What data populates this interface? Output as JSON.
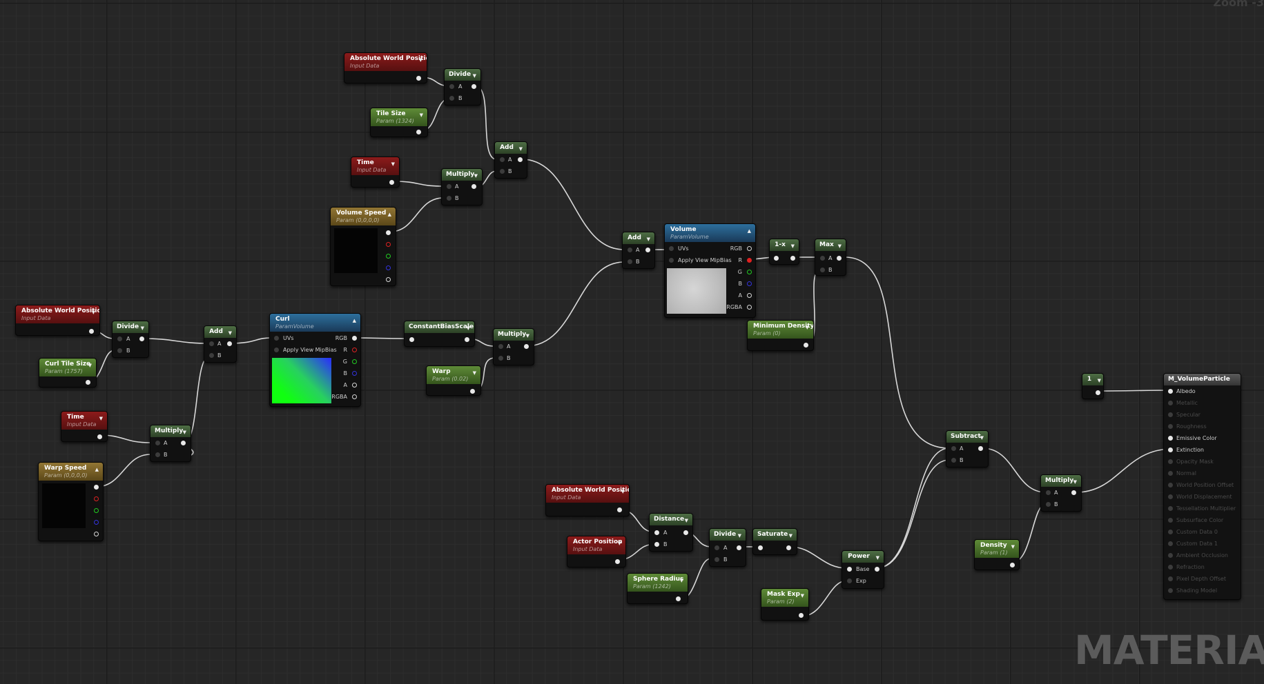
{
  "editor": {
    "zoom_label": "Zoom -3",
    "watermark": "MATERIAL"
  },
  "colors": {
    "wire": "#d9d9d9",
    "input_node": "#8c1b1b",
    "param_node": "#5f8b38",
    "math_node": "#4e6e45",
    "vector_param_node": "#927634",
    "texture_node": "#2d6f9d"
  },
  "nodes": {
    "awp_top": {
      "title": "Absolute World Position",
      "subtitle": "Input Data"
    },
    "divide_top": {
      "title": "Divide",
      "pin_a": "A",
      "pin_b": "B"
    },
    "tile_size": {
      "title": "Tile Size",
      "subtitle": "Param (1324)"
    },
    "add_top": {
      "title": "Add",
      "pin_a": "A",
      "pin_b": "B"
    },
    "time_top": {
      "title": "Time",
      "subtitle": "Input Data"
    },
    "multiply_top": {
      "title": "Multiply",
      "pin_a": "A",
      "pin_b": "B"
    },
    "volume_speed": {
      "title": "Volume Speed",
      "subtitle": "Param (0,0,0,0)"
    },
    "add_mid": {
      "title": "Add",
      "pin_a": "A",
      "pin_b": "B"
    },
    "volume": {
      "title": "Volume",
      "subtitle": "ParamVolume",
      "in_uvs": "UVs",
      "in_mip": "Apply View MipBias",
      "out_rgb": "RGB",
      "out_r": "R",
      "out_g": "G",
      "out_b": "B",
      "out_a": "A",
      "out_rgba": "RGBA"
    },
    "one_minus": {
      "title": "1-x"
    },
    "max": {
      "title": "Max",
      "pin_a": "A",
      "pin_b": "B"
    },
    "min_density": {
      "title": "Minimum Density",
      "subtitle": "Param (0)"
    },
    "awp_left": {
      "title": "Absolute World Position",
      "subtitle": "Input Data"
    },
    "divide_left": {
      "title": "Divide",
      "pin_a": "A",
      "pin_b": "B"
    },
    "curl_tile_size": {
      "title": "Curl Tile Size",
      "subtitle": "Param (1757)"
    },
    "add_left": {
      "title": "Add",
      "pin_a": "A",
      "pin_b": "B"
    },
    "curl": {
      "title": "Curl",
      "subtitle": "ParamVolume",
      "in_uvs": "UVs",
      "in_mip": "Apply View MipBias",
      "out_rgb": "RGB",
      "out_r": "R",
      "out_g": "G",
      "out_b": "B",
      "out_a": "A",
      "out_rgba": "RGBA"
    },
    "const_bias": {
      "title": "ConstantBiasScale"
    },
    "multiply_curl": {
      "title": "Multiply",
      "pin_a": "A",
      "pin_b": "B"
    },
    "warp": {
      "title": "Warp",
      "subtitle": "Param (0.02)"
    },
    "time_left": {
      "title": "Time",
      "subtitle": "Input Data"
    },
    "multiply_left": {
      "title": "Multiply",
      "pin_a": "A",
      "pin_b": "B"
    },
    "warp_speed": {
      "title": "Warp Speed",
      "subtitle": "Param (0,0,0,0)"
    },
    "awp_bottom": {
      "title": "Absolute World Position",
      "subtitle": "Input Data"
    },
    "distance": {
      "title": "Distance",
      "pin_a": "A",
      "pin_b": "B"
    },
    "actor_position": {
      "title": "Actor Position",
      "subtitle": "Input Data"
    },
    "sphere_radius": {
      "title": "Sphere Radius",
      "subtitle": "Param (1242)"
    },
    "divide_bottom": {
      "title": "Divide",
      "pin_a": "A",
      "pin_b": "B"
    },
    "saturate": {
      "title": "Saturate"
    },
    "power": {
      "title": "Power",
      "pin_base": "Base",
      "pin_exp": "Exp"
    },
    "mask_exp": {
      "title": "Mask Exp",
      "subtitle": "Param (2)"
    },
    "subtract": {
      "title": "Subtract",
      "pin_a": "A",
      "pin_b": "B"
    },
    "multiply_right": {
      "title": "Multiply",
      "pin_a": "A",
      "pin_b": "B"
    },
    "density": {
      "title": "Density",
      "subtitle": "Param (1)"
    },
    "const_one": {
      "title": "1"
    }
  },
  "material_output": {
    "title": "M_VolumeParticle",
    "inputs": [
      {
        "label": "Albedo",
        "active": true
      },
      {
        "label": "Metallic",
        "active": false
      },
      {
        "label": "Specular",
        "active": false
      },
      {
        "label": "Roughness",
        "active": false
      },
      {
        "label": "Emissive Color",
        "active": true
      },
      {
        "label": "Extinction",
        "active": true
      },
      {
        "label": "Opacity Mask",
        "active": false
      },
      {
        "label": "Normal",
        "active": false
      },
      {
        "label": "World Position Offset",
        "active": false
      },
      {
        "label": "World Displacement",
        "active": false
      },
      {
        "label": "Tessellation Multiplier",
        "active": false
      },
      {
        "label": "Subsurface Color",
        "active": false
      },
      {
        "label": "Custom Data 0",
        "active": false
      },
      {
        "label": "Custom Data 1",
        "active": false
      },
      {
        "label": "Ambient Occlusion",
        "active": false
      },
      {
        "label": "Refraction",
        "active": false
      },
      {
        "label": "Pixel Depth Offset",
        "active": false
      },
      {
        "label": "Shading Model",
        "active": false
      }
    ]
  }
}
